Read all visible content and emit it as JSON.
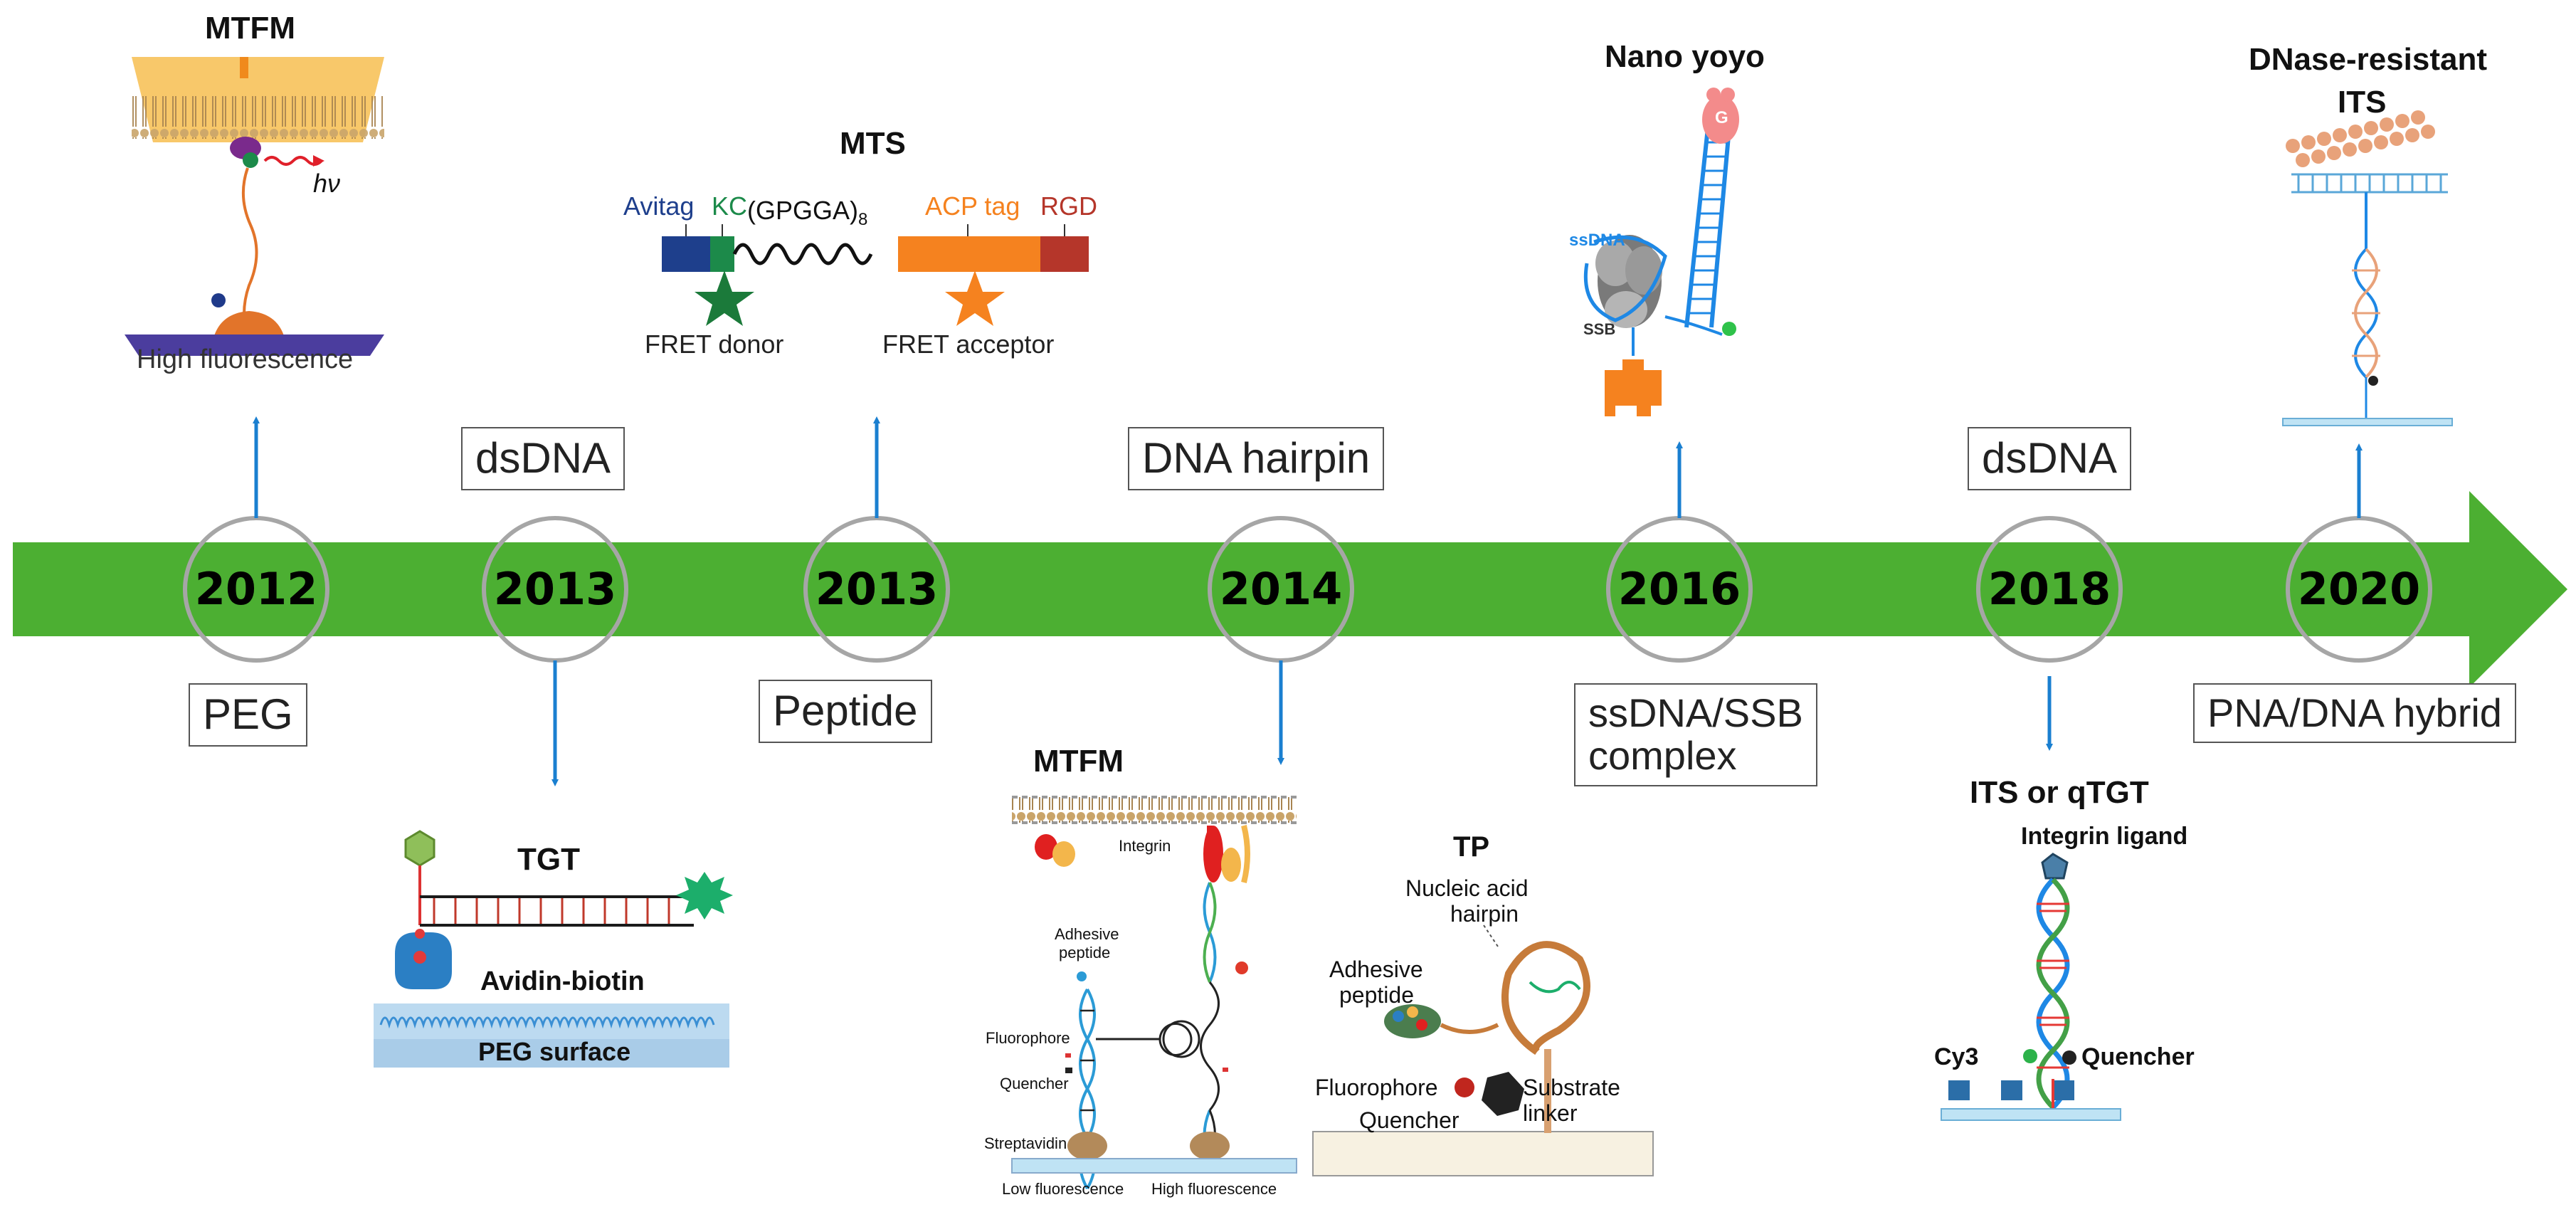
{
  "colors": {
    "arrow": "#4caf32",
    "circle_stroke": "#a6a6a6",
    "connector": "#1a7fd0",
    "box_border": "#555555",
    "dna_blue": "#1e88e5",
    "dna_red": "#e53935",
    "dna_green": "#43a047",
    "orange": "#f5821f",
    "green_star": "#1b7a3a",
    "purple_surface": "#4b3d9e",
    "gold": "#f3b64b"
  },
  "years": [
    "2012",
    "2013",
    "2013",
    "2014",
    "2016",
    "2018",
    "2020"
  ],
  "labels": {
    "above": {
      "dsdna_2013": "dsDNA",
      "dna_hairpin": "DNA hairpin",
      "dsdna_2018": "dsDNA"
    },
    "below": {
      "peg": "PEG",
      "peptide": "Peptide",
      "ssdna_ssb_1": "ssDNA/SSB",
      "ssdna_ssb_2": "complex",
      "pna_dna": "PNA/DNA hybrid"
    }
  },
  "panels": {
    "mtfm_2012": {
      "title": "MTFM",
      "hv": "hν",
      "caption": "High fluorescence"
    },
    "mts": {
      "title": "MTS",
      "avitag": "Avitag",
      "kc": "KC",
      "gpgga": "(GPGGA)",
      "gpgga_sub": "8",
      "acp": "ACP tag",
      "rgd": "RGD",
      "fret_donor": "FRET donor",
      "fret_acceptor": "FRET acceptor"
    },
    "nano_yoyo": {
      "title": "Nano yoyo",
      "ssdna": "ssDNA",
      "ssb": "SSB",
      "g": "G"
    },
    "dnase": {
      "title_1": "DNase-resistant",
      "title_2": "ITS"
    },
    "tgt": {
      "title": "TGT",
      "avidin": "Avidin-biotin",
      "peg_surface": "PEG surface"
    },
    "mtfm_2014": {
      "title": "MTFM",
      "integrin": "Integrin",
      "adhesive": "Adhesive",
      "peptide": "peptide",
      "fluorophore": "Fluorophore",
      "quencher": "Quencher",
      "streptavidin": "Streptavidin",
      "low": "Low fluorescence",
      "high": "High fluorescence"
    },
    "tp": {
      "title": "TP",
      "nucleic_1": "Nucleic acid",
      "nucleic_2": "hairpin",
      "adhesive": "Adhesive",
      "peptide": "peptide",
      "fluorophore": "Fluorophore",
      "quencher": "Quencher",
      "substrate": "Substrate",
      "linker": "linker"
    },
    "its": {
      "title": "ITS or qTGT",
      "ligand": "Integrin ligand",
      "cy3": "Cy3",
      "quencher": "Quencher"
    }
  }
}
